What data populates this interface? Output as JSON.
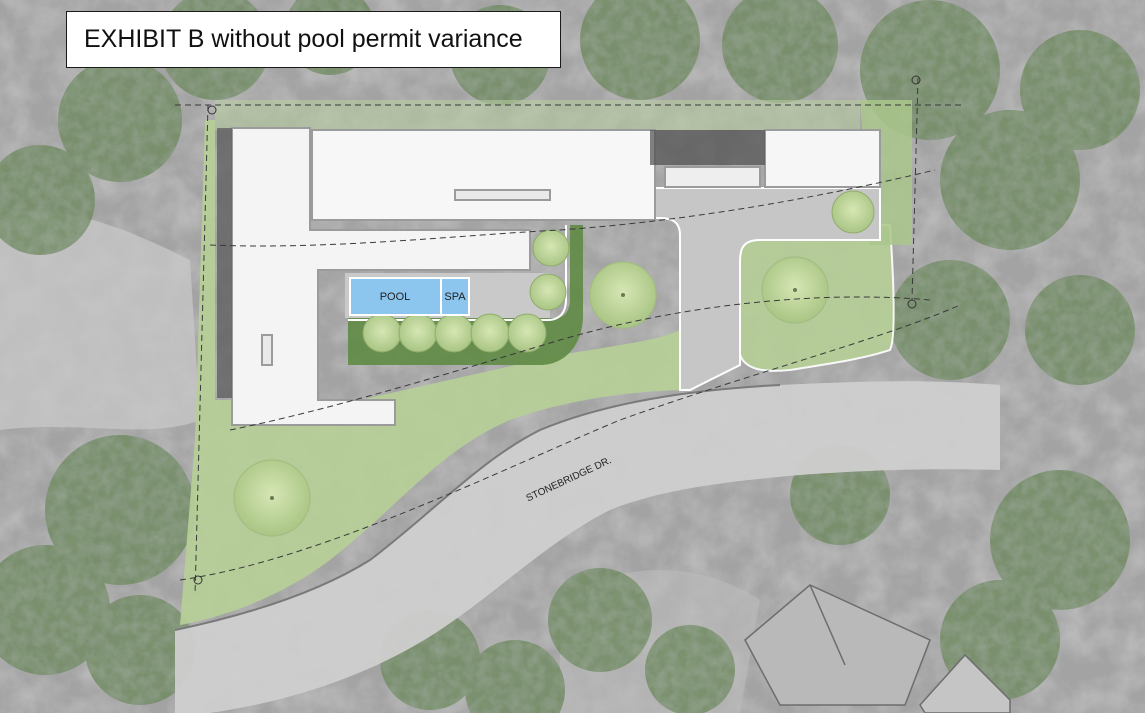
{
  "title": "EXHIBIT B without pool permit variance",
  "labels": {
    "pool": "POOL",
    "spa": "SPA",
    "street": "STONEBRIDGE DR."
  },
  "colors": {
    "lawn": "#b6cf98",
    "roof": "#f4f4f4",
    "pool_water": "#8cc5ee",
    "paving": "#c6c6c6",
    "tree_canopy": "#6e8a5f",
    "new_tree": "#c3d99c"
  }
}
